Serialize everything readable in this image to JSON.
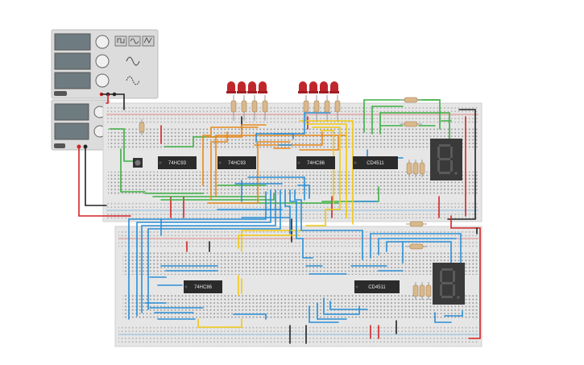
{
  "chips": {
    "top_1": "74HC93",
    "top_2": "74HC93",
    "top_3": "74HC86",
    "top_4": "CD4511",
    "bottom_1": "74HC86",
    "bottom_2": "CD4511"
  },
  "displays": {
    "top_digit": "8.",
    "bottom_digit": "8."
  },
  "colors": {
    "wire_green": "#3cb043",
    "wire_blue": "#2a8fd6",
    "wire_orange": "#e8891c",
    "wire_yellow": "#f2c811",
    "wire_red": "#d42424",
    "wire_black": "#222222",
    "led_red": "#c0272d",
    "chip_body": "#2b2b2b",
    "display_body": "#3a3a3a",
    "display_segment": "#5a5a5a",
    "breadboard": "#e6e6e6",
    "instrument_panel": "#dcdcdc"
  },
  "icons": [
    "square-wave-icon",
    "sine-wave-icon",
    "triangle-wave-icon",
    "knob-icon",
    "seven-segment-display-icon",
    "led-icon",
    "resistor-icon",
    "pushbutton-icon",
    "ic-chip-icon"
  ]
}
